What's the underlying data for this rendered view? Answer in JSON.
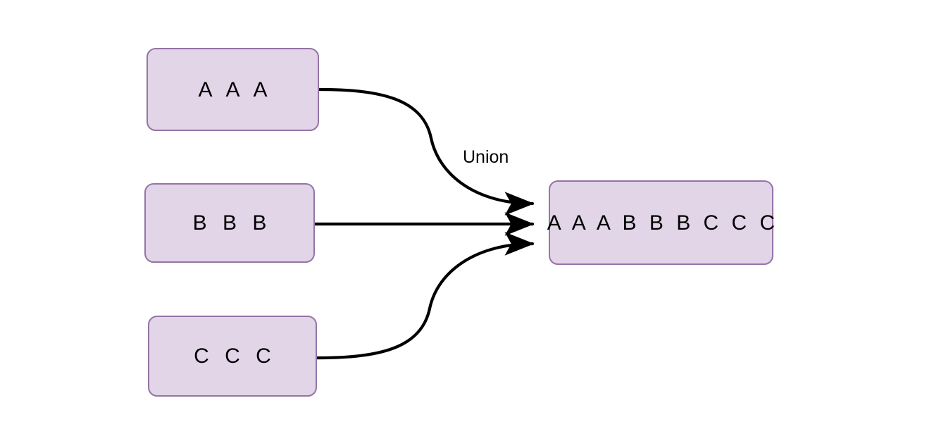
{
  "diagram": {
    "title": "Union",
    "background_color": "#ffffff",
    "node_fill_color": "#e1d5e7",
    "node_border_color": "#9673a6",
    "edge_color": "#000000",
    "text_color": "#000000"
  },
  "nodes": [
    {
      "id": "aaa",
      "label": "A A A"
    },
    {
      "id": "bbb",
      "label": "B B B"
    },
    {
      "id": "ccc",
      "label": "C C C"
    },
    {
      "id": "result",
      "label": "A A A B B B C C C"
    }
  ],
  "edges": [
    {
      "id": "aaa-to-result",
      "from": "aaa",
      "to": "result",
      "label": "Union",
      "style": "curved",
      "arrowhead": "filled-triangle"
    },
    {
      "id": "bbb-to-result",
      "from": "bbb",
      "to": "result",
      "label": "",
      "style": "straight",
      "arrowhead": "filled-triangle"
    },
    {
      "id": "ccc-to-result",
      "from": "ccc",
      "to": "result",
      "label": "",
      "style": "curved",
      "arrowhead": "filled-triangle"
    }
  ]
}
